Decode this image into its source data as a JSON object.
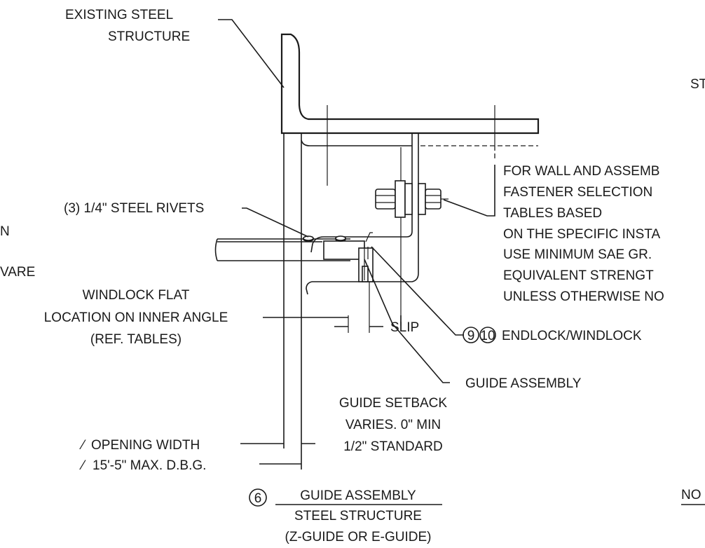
{
  "labels": {
    "existing_steel": [
      "EXISTING STEEL",
      "STRUCTURE"
    ],
    "rivets": "(3) 1/4\" STEEL RIVETS",
    "left_cut_1": "N",
    "left_cut_2": "VARE",
    "windlock": [
      "WINDLOCK FLAT",
      "LOCATION ON INNER ANGLE",
      "(REF. TABLES)"
    ],
    "slip": "SLIP",
    "guide_assembly": "GUIDE ASSEMBLY",
    "guide_setback": [
      "GUIDE SETBACK",
      "VARIES. 0\" MIN",
      "1/2\" STANDARD"
    ],
    "opening_width": "OPENING WIDTH",
    "max_dbg": "15'-5\" MAX. D.B.G.",
    "endlock": "ENDLOCK/WINDLOCK",
    "fastener_note": [
      "FOR WALL AND ASSEMB",
      "FASTENER SELECTION",
      "TABLES BASED",
      "ON THE SPECIFIC INSTA",
      "USE MINIMUM SAE GR.",
      "EQUIVALENT STRENGT",
      "UNLESS OTHERWISE NO"
    ],
    "top_right_cut": "ST",
    "bottom_right_cut": "NO"
  },
  "callouts": {
    "endlock_numbers": [
      "9",
      "10"
    ],
    "detail_number": "6"
  },
  "title_block": {
    "title": "GUIDE ASSEMBLY",
    "subtitle_1": "STEEL STRUCTURE",
    "subtitle_2": "(Z-GUIDE OR E-GUIDE)"
  }
}
